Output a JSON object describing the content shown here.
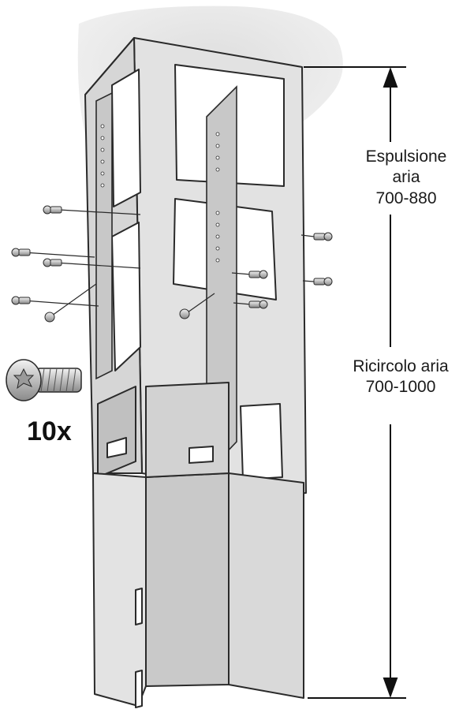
{
  "labels": {
    "espulsione_line1": "Espulsione",
    "espulsione_line2": "aria",
    "espulsione_range": "700-880",
    "ricircolo_line1": "Ricircolo aria",
    "ricircolo_range": "700-1000",
    "screw_quantity": "10x"
  },
  "colors": {
    "ceiling": "#e4e4e4",
    "sheet_metal": "#dcdcdc",
    "sheet_metal_dark": "#c4c4c4",
    "outline": "#2a2a2a"
  }
}
